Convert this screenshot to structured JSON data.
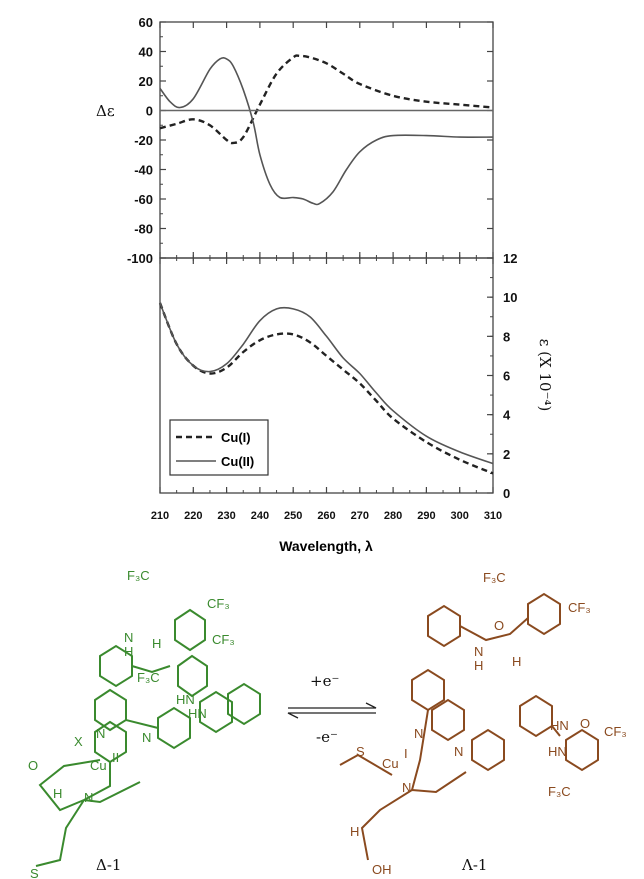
{
  "chart_data": [
    {
      "type": "line",
      "panel": "top",
      "ylabel": "Δε",
      "ylim": [
        -100,
        60
      ],
      "yticks": [
        "60",
        "40",
        "20",
        "0",
        "-20",
        "-40",
        "-60",
        "-80",
        "-100"
      ],
      "xlim": [
        210,
        310
      ],
      "series": [
        {
          "name": "Cu(I)",
          "style": "dashed",
          "color": "#222222",
          "x": [
            210,
            215,
            220,
            225,
            230,
            232,
            235,
            240,
            245,
            250,
            252,
            255,
            260,
            265,
            270,
            280,
            290,
            300,
            310
          ],
          "y": [
            -12,
            -9,
            -6,
            -10,
            -20,
            -22,
            -18,
            4,
            25,
            36,
            37,
            36,
            32,
            25,
            18,
            10,
            6,
            4,
            2
          ]
        },
        {
          "name": "Cu(II)",
          "style": "solid",
          "color": "#555555",
          "x": [
            210,
            213,
            216,
            220,
            225,
            228,
            230,
            232,
            235,
            238,
            240,
            243,
            246,
            250,
            253,
            256,
            258,
            262,
            266,
            270,
            275,
            280,
            290,
            300,
            310
          ],
          "y": [
            15,
            6,
            2,
            8,
            28,
            35,
            35,
            30,
            14,
            -8,
            -30,
            -50,
            -59,
            -59,
            -60,
            -63,
            -63,
            -55,
            -40,
            -28,
            -20,
            -17,
            -17,
            -18,
            -18
          ]
        }
      ]
    },
    {
      "type": "line",
      "panel": "bottom",
      "ylabel": "ε (X 10⁻⁴)",
      "ylim": [
        0,
        12
      ],
      "yticks": [
        "12",
        "10",
        "8",
        "6",
        "4",
        "2",
        "0"
      ],
      "xlabel": "Wavelength, λ",
      "xticks": [
        "210",
        "220",
        "230",
        "240",
        "250",
        "260",
        "270",
        "280",
        "290",
        "300",
        "310"
      ],
      "xlim": [
        210,
        310
      ],
      "legend": {
        "position": "bottom-left",
        "entries": [
          "Cu(I)",
          "Cu(II)"
        ]
      },
      "series": [
        {
          "name": "Cu(I)",
          "style": "dashed",
          "color": "#222222",
          "x": [
            210,
            215,
            220,
            225,
            230,
            235,
            240,
            245,
            250,
            255,
            260,
            265,
            270,
            275,
            280,
            290,
            300,
            310
          ],
          "y": [
            9.7,
            7.6,
            6.5,
            6.1,
            6.4,
            7.2,
            7.8,
            8.1,
            8.1,
            7.7,
            7.0,
            6.3,
            5.6,
            4.7,
            3.8,
            2.6,
            1.7,
            1.0
          ]
        },
        {
          "name": "Cu(II)",
          "style": "solid",
          "color": "#555555",
          "x": [
            210,
            215,
            220,
            225,
            230,
            235,
            240,
            245,
            250,
            255,
            260,
            265,
            270,
            275,
            280,
            290,
            300,
            310
          ],
          "y": [
            9.7,
            7.6,
            6.5,
            6.2,
            6.6,
            7.6,
            8.8,
            9.4,
            9.4,
            9.0,
            8.0,
            6.9,
            6.1,
            5.1,
            4.2,
            2.9,
            2.1,
            1.5
          ]
        }
      ]
    }
  ],
  "scheme": {
    "left_label": "Δ-1",
    "right_label": "Λ-1",
    "arrow_top": "+e⁻",
    "arrow_bottom": "-e⁻",
    "left_atoms": {
      "cu": "Cu",
      "cu_ox": "II",
      "x": "X",
      "o": "O",
      "n1": "N",
      "n2": "N",
      "n3": "N",
      "h": "H",
      "s": "S",
      "f3c_1": "F₃C",
      "cf3_1": "CF₃",
      "cf3_2": "CF₃",
      "f3c_2": "F₃C",
      "hn1": "N",
      "hn1h": "H",
      "hn2": "H",
      "hn3": "HN",
      "hn4": "HN"
    },
    "right_atoms": {
      "cu": "Cu",
      "cu_ox": "I",
      "s": "S",
      "n1": "N",
      "n2": "N",
      "n3": "N",
      "h": "H",
      "oh": "OH",
      "f3c_1": "F₃C",
      "cf3_1": "CF₃",
      "cf3_2": "CF₃",
      "f3c_2": "F₃C",
      "o1": "O",
      "o2": "O",
      "hn1": "N",
      "hn1h": "H",
      "hn2": "H",
      "hn3": "HN",
      "hn4": "HN"
    },
    "colors": {
      "left": "#3a8a2e",
      "right": "#8a4a1f"
    }
  }
}
